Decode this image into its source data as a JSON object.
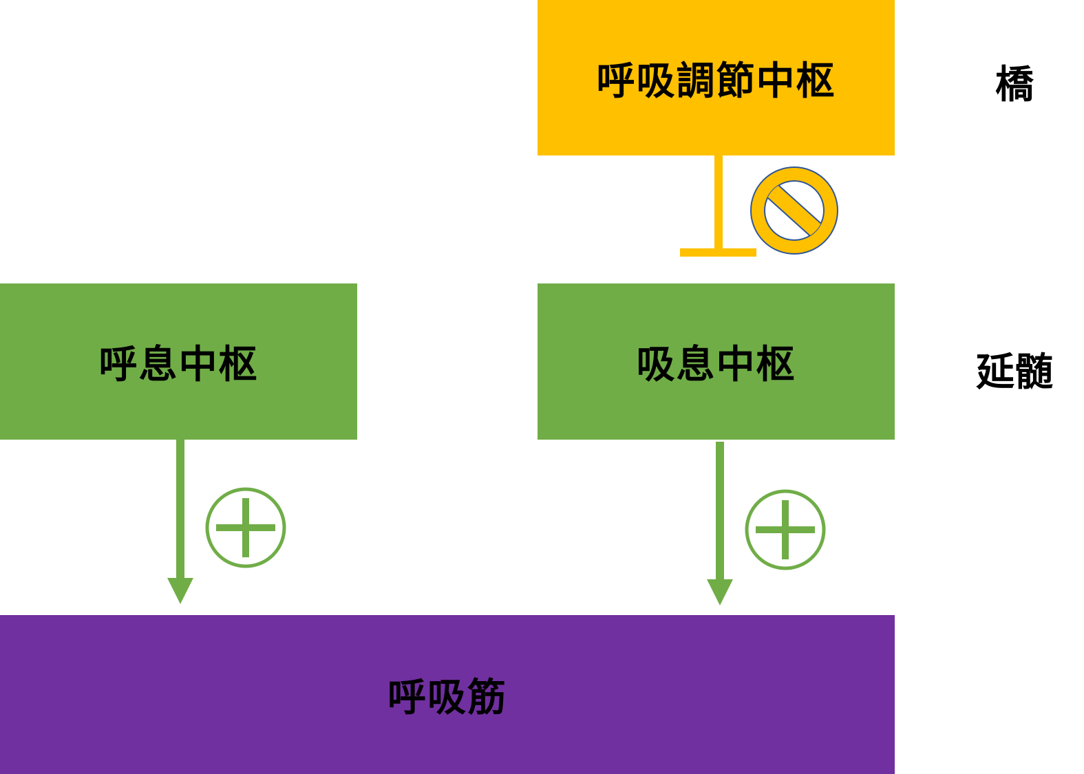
{
  "nodes": {
    "pneumotaxic_center": "呼吸調節中枢",
    "expiratory_center": "呼息中枢",
    "inspiratory_center": "吸息中枢",
    "respiratory_muscles": "呼吸筋"
  },
  "regions": {
    "pons": "橋",
    "medulla": "延髄"
  },
  "colors": {
    "pons_box": "#FFC000",
    "medulla_box": "#70AD47",
    "muscle_box": "#7030A0",
    "inhibit_outline": "#2F5597"
  },
  "edges": [
    {
      "from": "pneumotaxic_center",
      "to": "inspiratory_center",
      "type": "inhibit",
      "icon": "prohibition-icon"
    },
    {
      "from": "expiratory_center",
      "to": "respiratory_muscles",
      "type": "excite",
      "icon": "plus-icon"
    },
    {
      "from": "inspiratory_center",
      "to": "respiratory_muscles",
      "type": "excite",
      "icon": "plus-icon"
    }
  ]
}
